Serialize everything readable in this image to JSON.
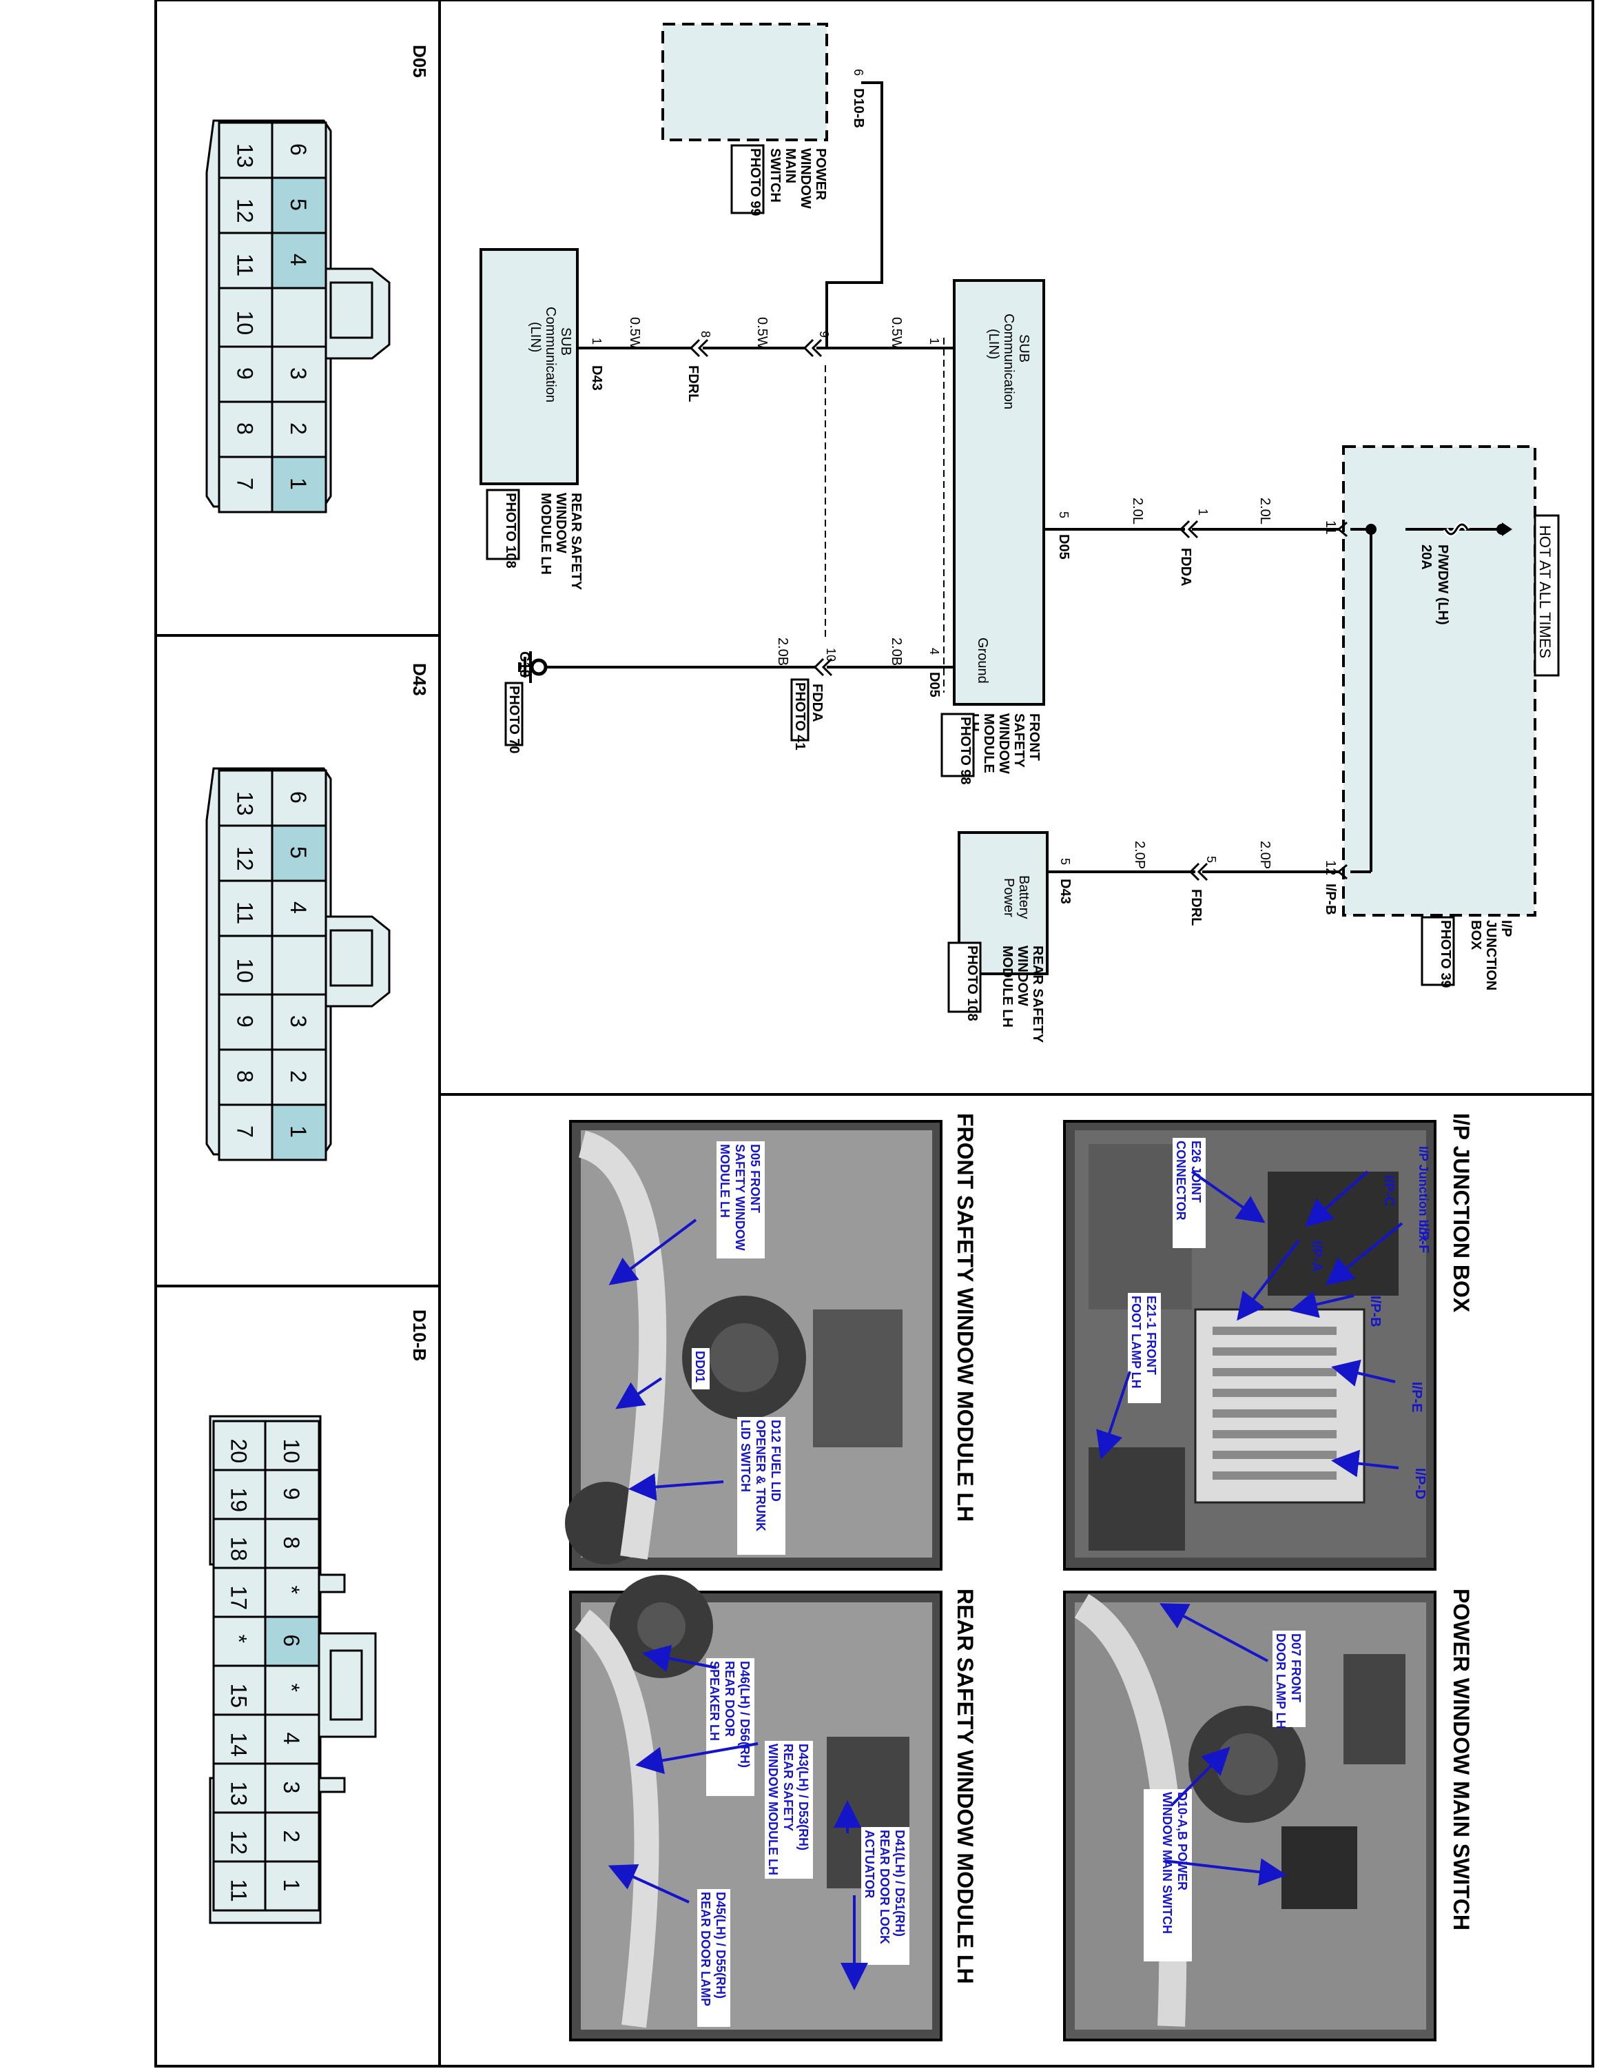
{
  "schematic": {
    "power_header": "HOT AT ALL TIMES",
    "fuse_name": "P/WDW (LH)",
    "fuse_rating": "20A",
    "junction_box": {
      "name": "I/P JUNCTION BOX",
      "photo": "PHOTO 39",
      "pin_a": "11",
      "pin_b": "12",
      "conn_b": "I/P-B"
    },
    "wires": {
      "w1": "2.0L",
      "w2": "2.0L",
      "w3": "2.0P",
      "w4": "2.0P",
      "w5": "0.5W",
      "w6": "0.5W",
      "w7": "0.5W",
      "w8": "2.0B",
      "w9": "2.0B"
    },
    "fdda_top": {
      "name": "FDDA",
      "pin": "1"
    },
    "fdrl_top": {
      "name": "FDRL",
      "pin": "5"
    },
    "front_module": {
      "name": "FRONT SAFETY WINDOW MODULE LH",
      "photo": "PHOTO 98",
      "conn": "D05",
      "sub_label": "SUB Communication (LIN)",
      "ground_label": "Ground",
      "pin_power": "5",
      "pin_lin": "1",
      "pin_gnd": "4"
    },
    "rear_module_power": {
      "name": "REAR SAFETY WINDOW MODULE LH",
      "photo": "PHOTO 108",
      "conn": "D43",
      "label": "Battery Power",
      "pin": "5"
    },
    "main_switch": {
      "name": "POWER WINDOW MAIN SWITCH",
      "photo": "PHOTO 99",
      "conn": "D10-B",
      "pin": "6"
    },
    "splice_pin": "9",
    "fdrl_mid": {
      "name": "FDRL",
      "pin": "8"
    },
    "rear_module_lin": {
      "name": "REAR SAFETY WINDOW MODULE LH",
      "photo": "PHOTO 108",
      "conn": "D43",
      "label": "SUB Communication (LIN)",
      "pin": "1"
    },
    "fdda_gnd": {
      "name": "FDDA",
      "pin": "10",
      "photo": "PHOTO 41"
    },
    "ground": {
      "name": "G18",
      "photo": "PHOTO 70"
    }
  },
  "photos": [
    {
      "title": "I/P JUNCTION BOX",
      "caption": "I/P Junction box",
      "callouts": [
        "I/P-C",
        "I/P-F",
        "I/P-A",
        "I/P-B",
        "I/P-E",
        "I/P-D",
        "E26 JOINT CONNECTOR",
        "E21-1 FRONT FOOT LAMP LH"
      ]
    },
    {
      "title": "POWER WINDOW MAIN SWITCH",
      "callouts": [
        "D07 FRONT DOOR LAMP LH",
        "D10-A,B POWER WINDOW MAIN SWITCH"
      ]
    },
    {
      "title": "FRONT SAFETY WINDOW MODULE LH",
      "callouts": [
        "D05 FRONT SAFETY WINDOW MODULE LH",
        "DD01",
        "D12 FUEL LID OPENER & TRUNK LID SWITCH"
      ]
    },
    {
      "title": "REAR SAFETY WINDOW MODULE LH",
      "callouts": [
        "D46(LH) / D56(RH) REAR DOOR SPEAKER LH",
        "D43(LH) / D53(RH) REAR SAFETY WINDOW MODULE LH",
        "D41(LH) / D51(RH) REAR DOOR LOCK ACTUATOR",
        "D45(LH) / D55(RH) REAR DOOR LAMP"
      ]
    }
  ],
  "connectors": [
    {
      "name": "D05",
      "pins_row1": [
        "6",
        "5",
        "4",
        "3",
        "2",
        "1"
      ],
      "pins_row2": [
        "13",
        "12",
        "11",
        "10",
        "9",
        "8",
        "7"
      ],
      "highlighted": [
        "5",
        "4",
        "1"
      ]
    },
    {
      "name": "D43",
      "pins_row1": [
        "6",
        "5",
        "4",
        "3",
        "2",
        "1"
      ],
      "pins_row2": [
        "13",
        "12",
        "11",
        "10",
        "9",
        "8",
        "7"
      ],
      "highlighted": [
        "5",
        "1"
      ]
    },
    {
      "name": "D10-B",
      "pins_row1": [
        "10",
        "9",
        "8",
        "*",
        "6",
        "*",
        "4",
        "3",
        "2",
        "1"
      ],
      "pins_row2": [
        "20",
        "19",
        "18",
        "17",
        "*",
        "15",
        "14",
        "13",
        "12",
        "11"
      ],
      "highlighted": [
        "6"
      ]
    }
  ],
  "colors": {
    "highlight": "#a9d6dd",
    "box_fill": "#e0eef0",
    "callout": "#1414c8"
  }
}
